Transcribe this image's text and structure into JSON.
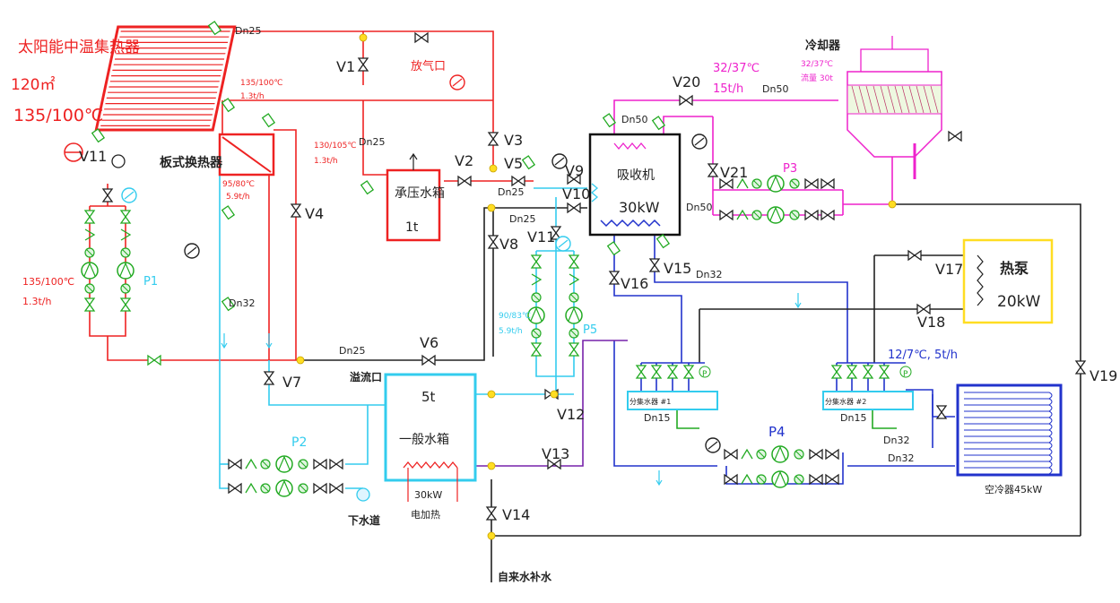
{
  "colors": {
    "red": "#ee2222",
    "cyan": "#33ccee",
    "magenta": "#ee22cc",
    "blue": "#2233cc",
    "black": "#222222",
    "green": "#22aa22",
    "yellow": "#ffdd22",
    "purple": "#7722aa"
  },
  "solar": {
    "title": "太阳能中温集热器",
    "area": "120㎡",
    "temp": "135/100℃"
  },
  "plate_hx": {
    "label": "板式换热器",
    "temp_label": "95/80℃",
    "flow_label": "5.9t/h"
  },
  "pressure_tank": {
    "name": "承压水箱",
    "capacity": "1t"
  },
  "absorption_chiller": {
    "name": "吸收机",
    "capacity": "30kW"
  },
  "cooling_tower": {
    "name": "冷却器",
    "temp_label": "32/37℃",
    "flow_label": "流量 30t"
  },
  "heat_pump": {
    "name": "热泵",
    "capacity": "20kW"
  },
  "air_cooler": {
    "name": "空冷器45kW"
  },
  "buffer_tank": {
    "capacity": "5t",
    "name": "一般水箱",
    "heater_power": "30kW",
    "heater_name": "电加热"
  },
  "manifolds": {
    "m1": "分集水器 #1",
    "m2": "分集水器 #2"
  },
  "labels": {
    "vent": "放气口",
    "overflow": "溢流口",
    "drain": "下水道",
    "makeup": "自来水补水",
    "hx_in": "135/100℃",
    "hx_flow": "1.3t/h",
    "gen_temp": "130/105℃",
    "gen_flow": "1.3t/h",
    "p1_temp": "135/100℃",
    "p1_flow": "1.3t/h",
    "p5_temp": "90/83℃",
    "p5_flow": "5.9t/h",
    "cw_temp": "32/37℃",
    "cw_flow": "15t/h",
    "chw": "12/7℃, 5t/h"
  },
  "pipe_sizes": {
    "dn25_top": "Dn25",
    "dn25_mid": "Dn25",
    "dn25_v5": "Dn25",
    "dn25_b": "Dn25",
    "dn25_bottom": "Dn25",
    "dn32_left": "Dn32",
    "dn32_r": "Dn32",
    "dn32_m2": "Dn32",
    "dn32_air": "Dn32",
    "dn50_chiller": "Dn50",
    "dn50_right": "Dn50",
    "dn50_tower": "Dn50",
    "dn15_1": "Dn15",
    "dn15_2": "Dn15"
  },
  "valves": {
    "v1": "V1",
    "v2": "V2",
    "v3": "V3",
    "v4": "V4",
    "v5": "V5",
    "v6": "V6",
    "v7": "V7",
    "v8": "V8",
    "v9": "V9",
    "v10": "V10",
    "v11": "V11",
    "v11b": "V11",
    "v12": "V12",
    "v13": "V13",
    "v14": "V14",
    "v15": "V15",
    "v16": "V16",
    "v17": "V17",
    "v18": "V18",
    "v19": "V19",
    "v20": "V20",
    "v21": "V21"
  },
  "pumps": {
    "p1": "P1",
    "p2": "P2",
    "p3": "P3",
    "p4": "P4",
    "p5": "P5"
  },
  "gauge_letter": "P"
}
